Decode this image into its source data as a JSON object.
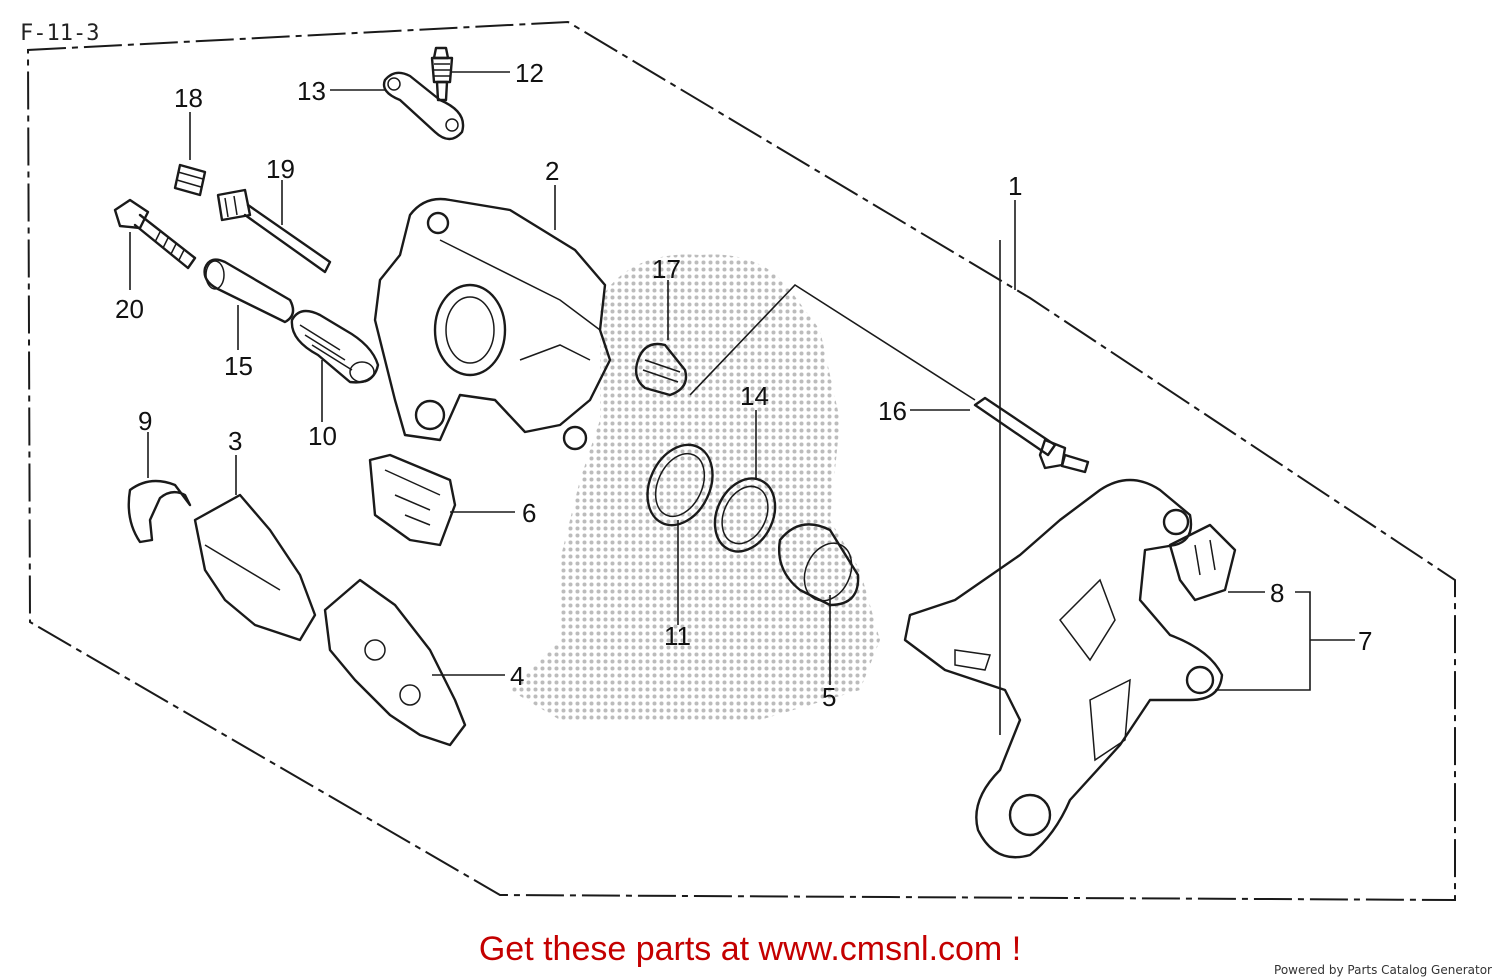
{
  "diagram": {
    "code": "F-11-3",
    "callouts": [
      "1",
      "2",
      "3",
      "4",
      "5",
      "6",
      "7",
      "8",
      "9",
      "10",
      "11",
      "12",
      "13",
      "14",
      "15",
      "16",
      "17",
      "18",
      "19",
      "20"
    ]
  },
  "footer": {
    "cta": "Get these parts at www.cmsnl.com !",
    "powered_by": "Powered by Parts Catalog Generator"
  },
  "colors": {
    "cta": "#c40000",
    "ink": "#1a1a1a",
    "watermark": "#b4b4b4"
  }
}
